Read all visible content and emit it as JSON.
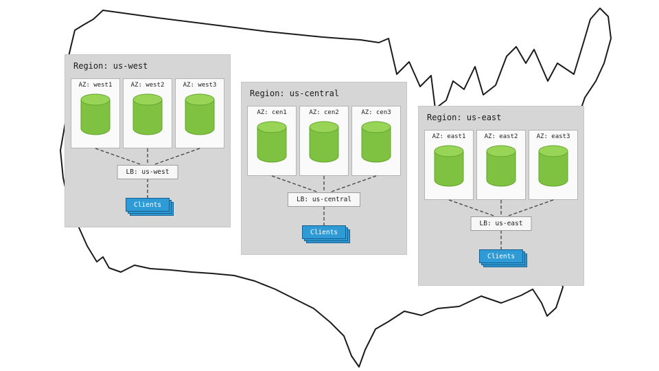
{
  "diagram": {
    "regions": [
      {
        "title": "Region: us-west",
        "azs": [
          "AZ: west1",
          "AZ: west2",
          "AZ: west3"
        ],
        "lb": "LB: us-west",
        "clients": "Clients"
      },
      {
        "title": "Region: us-central",
        "azs": [
          "AZ: cen1",
          "AZ: cen2",
          "AZ: cen3"
        ],
        "lb": "LB: us-central",
        "clients": "Clients"
      },
      {
        "title": "Region: us-east",
        "azs": [
          "AZ: east1",
          "AZ: east2",
          "AZ: east3"
        ],
        "lb": "LB: us-east",
        "clients": "Clients"
      }
    ],
    "icons": {
      "az_node": "database-cylinder",
      "background": "us-map-outline"
    },
    "colors": {
      "region_bg": "#d6d6d6",
      "az_card_bg": "#fafafa",
      "cylinder_body": "#7fc241",
      "cylinder_top": "#98d455",
      "clients_bg": "#2e9bd6",
      "connector": "#3f3f3f",
      "map_stroke": "#1a1a1a"
    }
  }
}
